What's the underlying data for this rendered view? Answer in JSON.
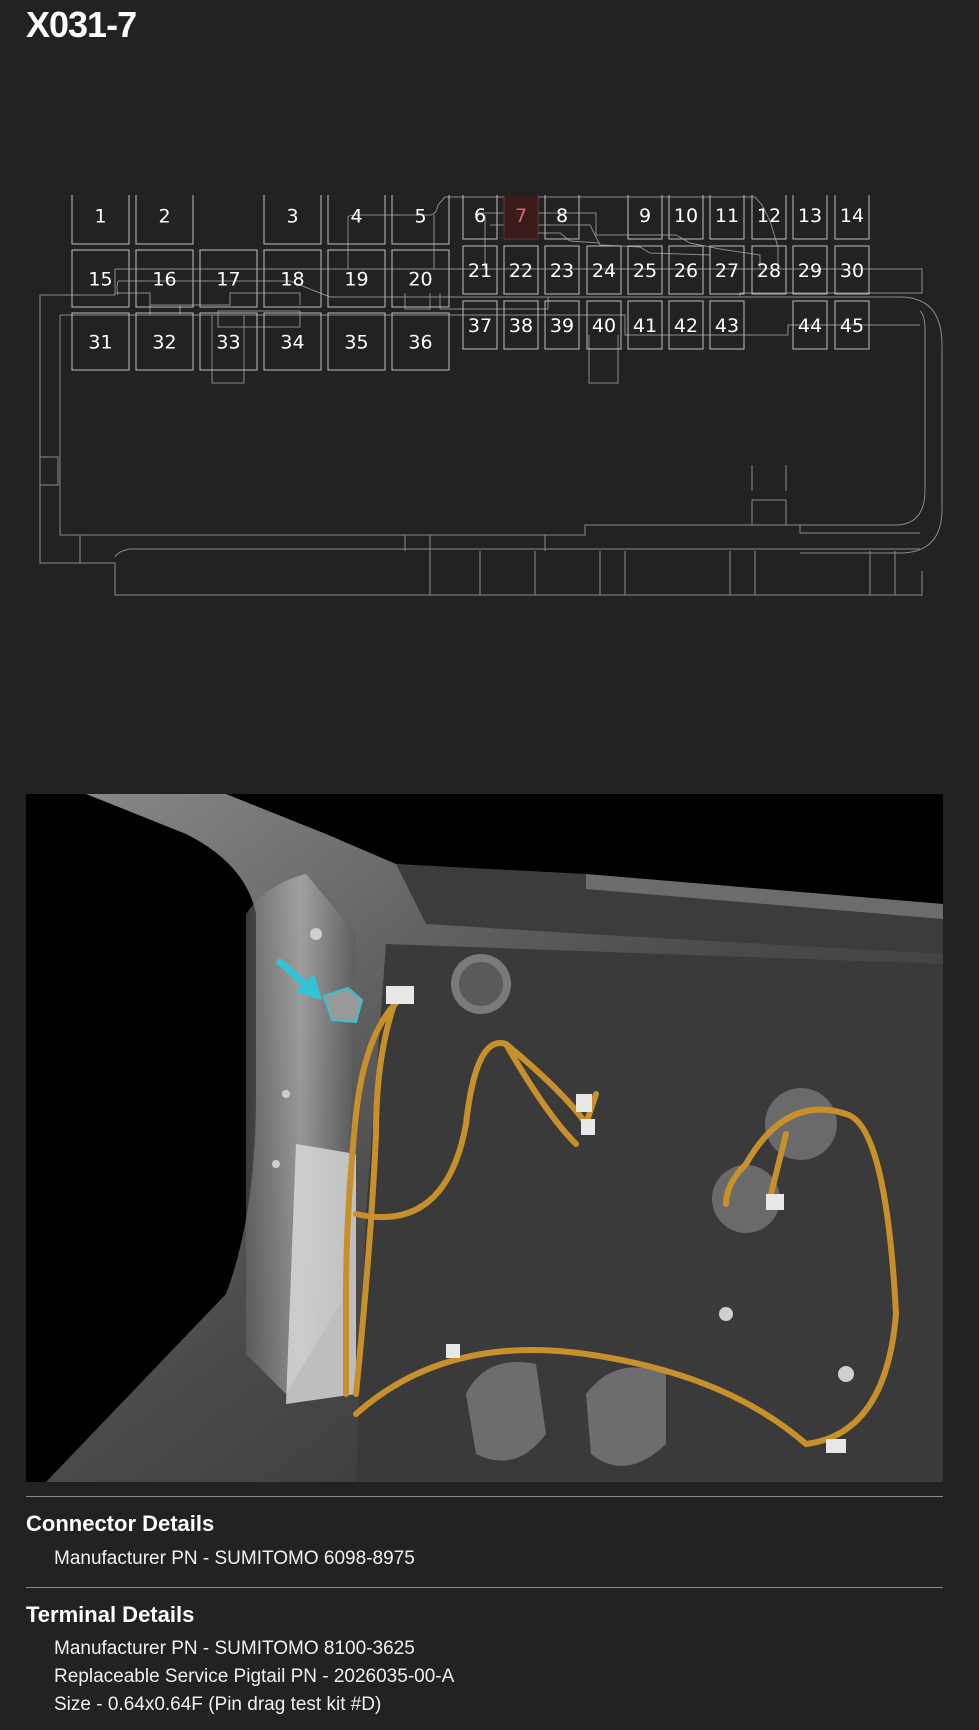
{
  "connector": {
    "id": "X031-7",
    "highlighted_pin": "7",
    "pins": [
      "1",
      "2",
      "3",
      "4",
      "5",
      "6",
      "7",
      "8",
      "9",
      "10",
      "11",
      "12",
      "13",
      "14",
      "15",
      "16",
      "17",
      "18",
      "19",
      "20",
      "21",
      "22",
      "23",
      "24",
      "25",
      "26",
      "27",
      "28",
      "29",
      "30",
      "31",
      "32",
      "33",
      "34",
      "35",
      "36",
      "37",
      "38",
      "39",
      "40",
      "41",
      "42",
      "43",
      "44",
      "45"
    ]
  },
  "colors": {
    "background": "#222222",
    "highlight_fill": "#3a1a1a",
    "highlight_text": "#e06666",
    "harness": "#c8902a",
    "locator_arrow": "#33c3d6"
  },
  "connector_details": {
    "heading": "Connector Details",
    "lines": [
      "Manufacturer PN - SUMITOMO 6098-8975"
    ]
  },
  "terminal_details": {
    "heading": "Terminal Details",
    "lines": [
      "Manufacturer PN - SUMITOMO 8100-3625",
      "Replaceable Service Pigtail PN - 2026035-00-A",
      "Size - 0.64x0.64F (Pin drag test kit #D)"
    ]
  }
}
